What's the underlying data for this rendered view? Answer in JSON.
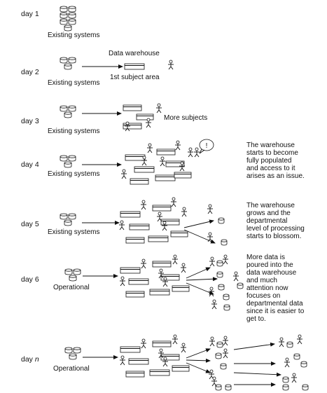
{
  "days": [
    {
      "label": "day 1",
      "systems": "Existing systems"
    },
    {
      "label": "day 2",
      "systems": "Existing systems",
      "top_label": "Data warehouse",
      "sub_label": "1st subject area"
    },
    {
      "label": "day 3",
      "systems": "Existing systems",
      "more": "More subjects"
    },
    {
      "label": "day 4",
      "systems": "Existing systems",
      "bubble": "!",
      "note": [
        "The warehouse",
        "starts to become",
        "fully populated",
        "and access to it",
        "arises as an issue."
      ]
    },
    {
      "label": "day 5",
      "systems": "Existing systems",
      "note": [
        "The warehouse",
        "grows and the",
        "departmental",
        "level of processing",
        "starts to blossom."
      ]
    },
    {
      "label": "day 6",
      "systems": "Operational",
      "note": [
        "More data is",
        "poured into the",
        "data warehouse",
        "and much",
        "attention now",
        "focuses on",
        "departmental data",
        "since it is easier to",
        "get to."
      ]
    },
    {
      "label_prefix": "day ",
      "label_italic": "n",
      "systems": "Operational"
    }
  ]
}
